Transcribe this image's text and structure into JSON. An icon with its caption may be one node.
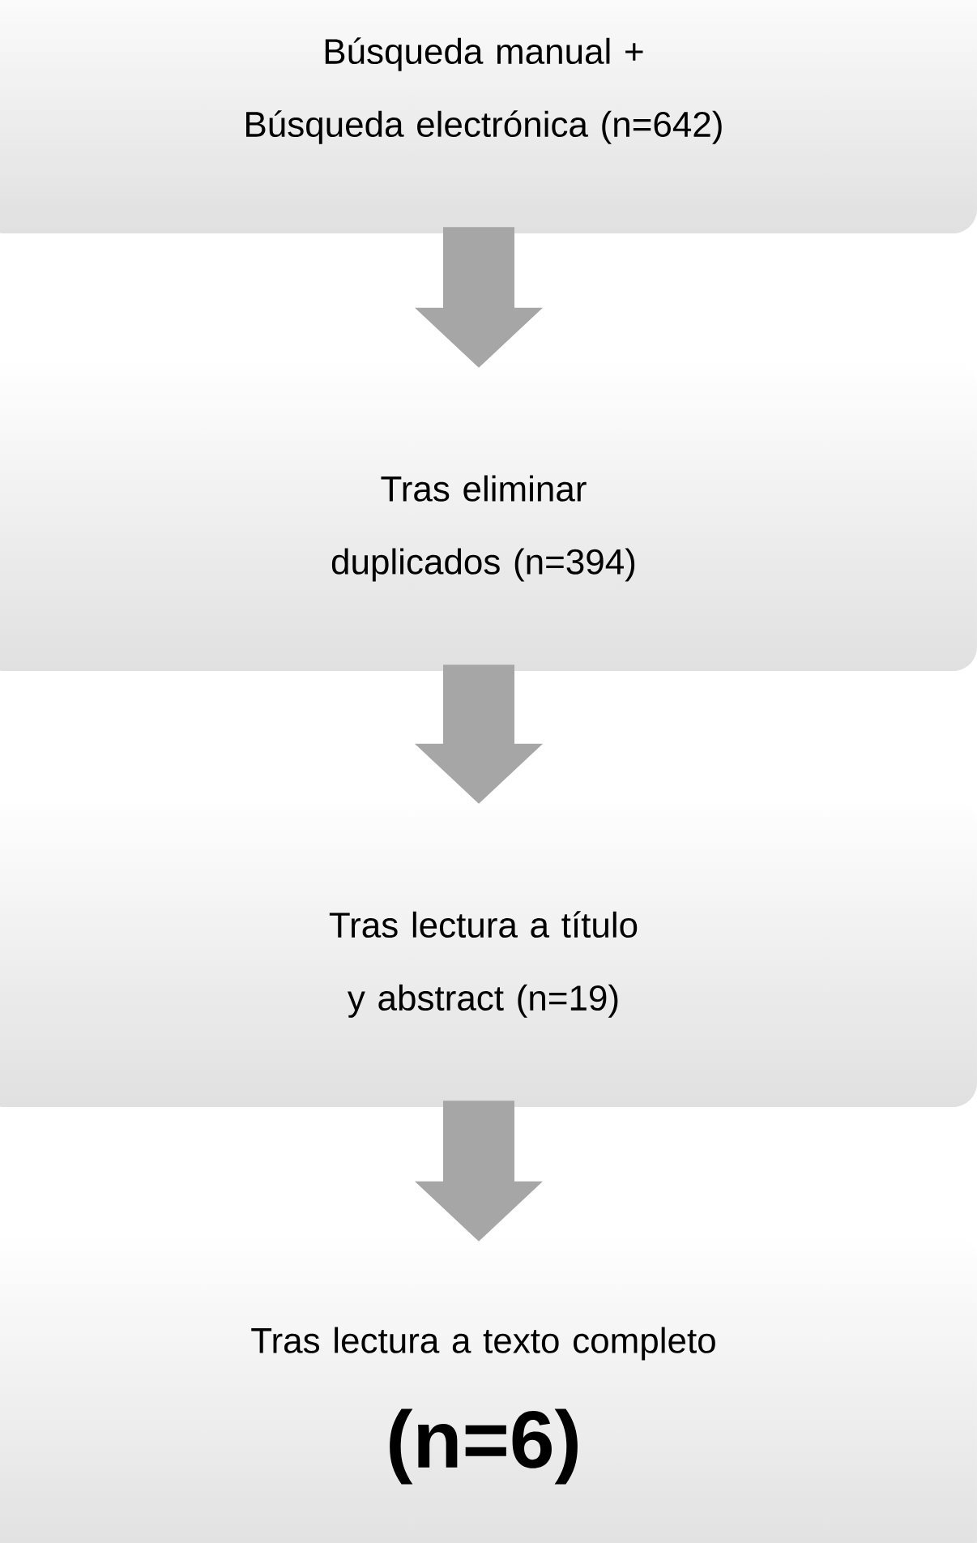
{
  "diagram": {
    "nodes": [
      {
        "text": [
          "Búsqueda manual + Búsqueda electrónica (n=642)"
        ]
      },
      {
        "text": [
          "Tras eliminar duplicados (n=394)"
        ]
      },
      {
        "text": [
          "Tras lectura a título y abstract (n=19)"
        ]
      },
      {
        "text": [
          "Tras lectura a texto completo",
          "(n=6)"
        ]
      }
    ],
    "edges": [
      {
        "from": 0,
        "to": 1,
        "arrow": "to"
      },
      {
        "from": 1,
        "to": 2,
        "arrow": "to"
      },
      {
        "from": 2,
        "to": 3,
        "arrow": "to"
      }
    ]
  }
}
